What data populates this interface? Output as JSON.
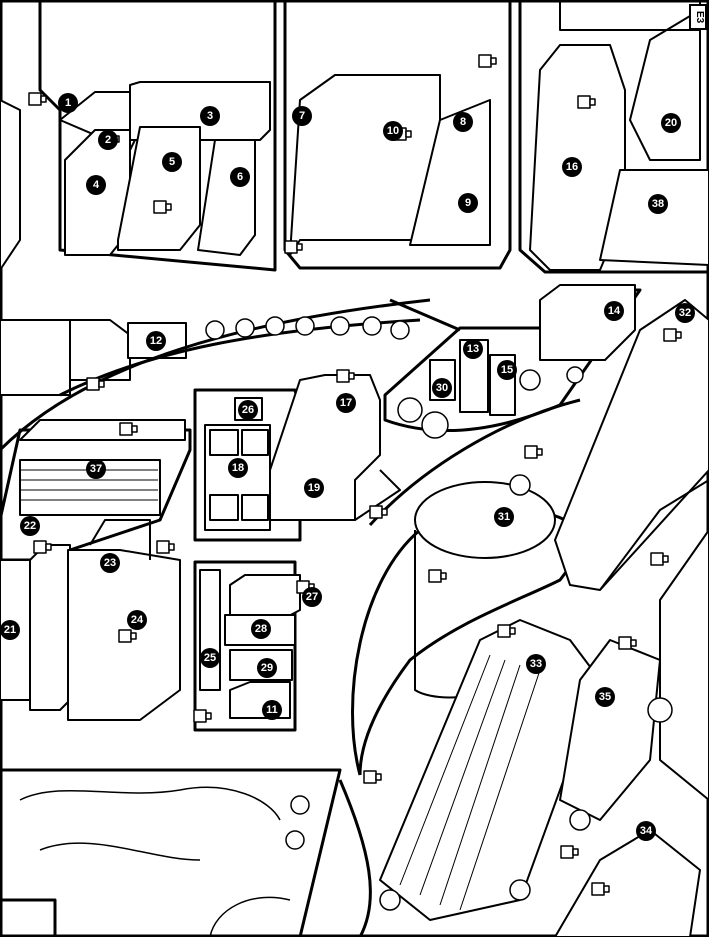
{
  "title": "Downtown isometric map",
  "corner_label": "E3",
  "colors": {
    "ink": "#000000",
    "paper": "#ffffff"
  },
  "markers": [
    "1",
    "2",
    "3",
    "4",
    "5",
    "6",
    "7",
    "8",
    "9",
    "10",
    "11",
    "12",
    "13",
    "14",
    "15",
    "16",
    "17",
    "18",
    "19",
    "20",
    "21",
    "22",
    "23",
    "24",
    "25",
    "26",
    "27",
    "28",
    "29",
    "30",
    "31",
    "32",
    "33",
    "34",
    "35",
    "37",
    "38"
  ],
  "parking_icon": "parking-garage-icon"
}
